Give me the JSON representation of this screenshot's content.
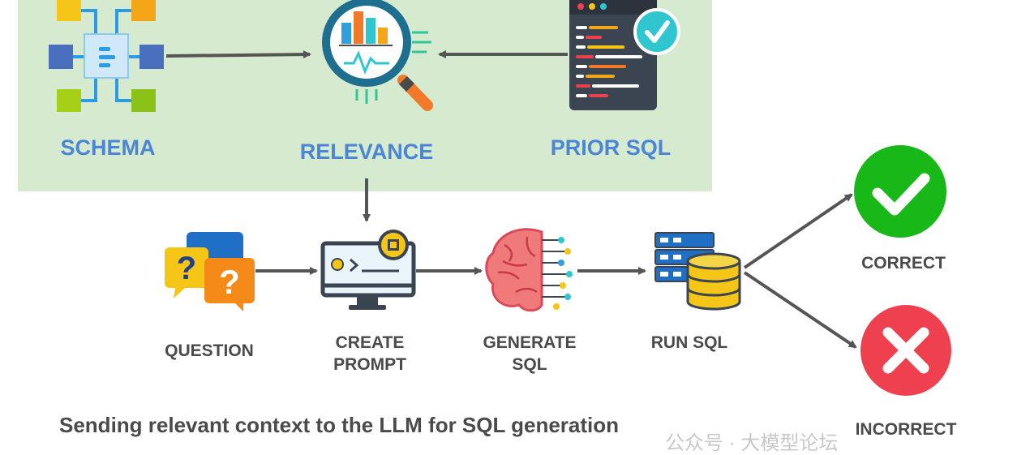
{
  "diagram": {
    "top_labels": {
      "schema": "SCHEMA",
      "relevance": "RELEVANCE",
      "prior_sql": "PRIOR SQL"
    },
    "flow_labels": {
      "question": "QUESTION",
      "create_prompt_line1": "CREATE",
      "create_prompt_line2": "PROMPT",
      "generate_sql_line1": "GENERATE",
      "generate_sql_line2": "SQL",
      "run_sql": "RUN SQL"
    },
    "outcomes": {
      "correct": "CORRECT",
      "incorrect": "INCORRECT"
    },
    "caption": "Sending relevant context to the LLM for SQL generation",
    "watermark": "公众号 · 大模型论坛"
  },
  "colors": {
    "panel_bg": "#d6eacf",
    "label_blue": "#4b86d6",
    "label_gray": "#4a4a4a",
    "arrow": "#555555",
    "correct_green": "#18b818",
    "incorrect_red": "#ef4050"
  },
  "icons": [
    "schema-network-icon",
    "magnifier-chart-icon",
    "code-editor-check-icon",
    "question-bubbles-icon",
    "monitor-prompt-icon",
    "brain-circuit-icon",
    "server-database-icon",
    "check-circle-icon",
    "x-circle-icon"
  ]
}
